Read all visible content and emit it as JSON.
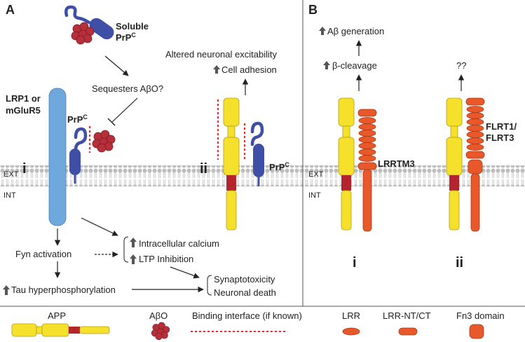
{
  "panel_a": {
    "letter": "A",
    "soluble_prp_line1": "Soluble",
    "soluble_prp_line2": "PrP",
    "soluble_prp_sup": "C",
    "sequesters": "Sequesters AβO?",
    "lrp1_line1": "LRP1 or",
    "lrp1_line2": "mGluR5",
    "prp_label": "PrP",
    "prp_sup": "C",
    "roman_i": "i",
    "roman_ii": "ii",
    "altered_excitability": "Altered neuronal excitability",
    "cell_adhesion": "Cell adhesion",
    "ext": "EXT",
    "int": "INT",
    "fyn_activation": "Fyn activation",
    "intracellular_calcium": "Intracellular calcium",
    "ltp_inhibition": "LTP Inhibition",
    "tau": "Tau hyperphosphorylation",
    "synaptotoxicity": "Synaptotoxicity",
    "neuronal_death": "Neuronal death"
  },
  "panel_b": {
    "letter": "B",
    "abeta_generation": "Aβ generation",
    "beta_cleavage": "β-cleavage",
    "unknown": "??",
    "lrrtm3": "LRRTM3",
    "flrt_line1": "FLRT1/",
    "flrt_line2": "FLRT3",
    "ext": "EXT",
    "int": "INT",
    "roman_i": "i",
    "roman_ii": "ii"
  },
  "legend": {
    "app": "APP",
    "abo": "AβO",
    "binding": "Binding interface (if known)",
    "lrr": "LRR",
    "lrr_nt_ct": "LRR-NT/CT",
    "fn3": "Fn3 domain"
  },
  "colors": {
    "app_yellow": "#f5e12b",
    "app_red": "#b3242c",
    "prp_blue": "#3f4fa6",
    "lrp1_blue": "#6fa8dc",
    "abo_red": "#b5303a",
    "lrr_orange": "#e8582a",
    "binding_red": "#e0303a",
    "membrane": "#bdbdbd"
  }
}
